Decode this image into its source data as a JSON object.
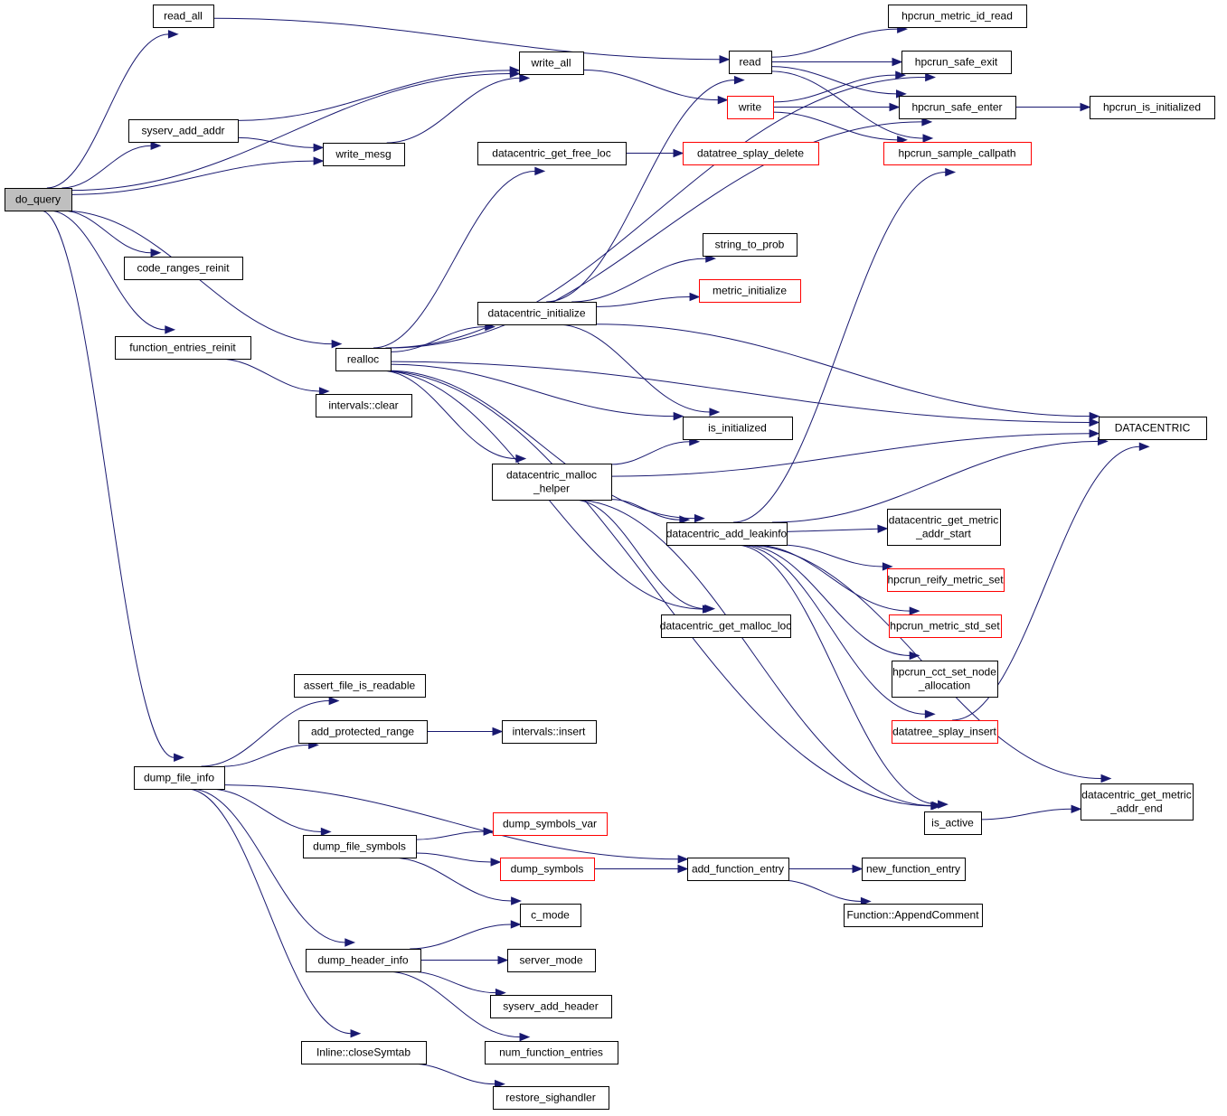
{
  "title": "Call graph for do_query",
  "colors": {
    "edge": "#191970",
    "root_fill": "#bfbfbf",
    "node_border": "#000000",
    "truncated_border": "#ff0000"
  },
  "nodes": [
    {
      "id": "do_query",
      "label": [
        "do_query"
      ],
      "root": true
    },
    {
      "id": "read_all",
      "label": [
        "read_all"
      ]
    },
    {
      "id": "syserv_add_addr",
      "label": [
        "syserv_add_addr"
      ]
    },
    {
      "id": "write_all",
      "label": [
        "write_all"
      ]
    },
    {
      "id": "write_mesg",
      "label": [
        "write_mesg"
      ]
    },
    {
      "id": "code_ranges_reinit",
      "label": [
        "code_ranges_reinit"
      ]
    },
    {
      "id": "function_entries_reinit",
      "label": [
        "function_entries_reinit"
      ]
    },
    {
      "id": "intervals_clear",
      "label": [
        "intervals::clear"
      ]
    },
    {
      "id": "realloc",
      "label": [
        "realloc"
      ]
    },
    {
      "id": "read",
      "label": [
        "read"
      ]
    },
    {
      "id": "write",
      "label": [
        "write"
      ],
      "truncated": true
    },
    {
      "id": "datacentric_get_free_loc",
      "label": [
        "datacentric_get_free_loc"
      ]
    },
    {
      "id": "datatree_splay_delete",
      "label": [
        "datatree_splay_delete"
      ],
      "truncated": true
    },
    {
      "id": "string_to_prob",
      "label": [
        "string_to_prob"
      ]
    },
    {
      "id": "metric_initialize",
      "label": [
        "metric_initialize"
      ],
      "truncated": true
    },
    {
      "id": "datacentric_initialize",
      "label": [
        "datacentric_initialize"
      ]
    },
    {
      "id": "is_initialized",
      "label": [
        "is_initialized"
      ]
    },
    {
      "id": "datacentric_malloc_helper",
      "label": [
        "datacentric_malloc",
        "_helper"
      ]
    },
    {
      "id": "datacentric_add_leakinfo",
      "label": [
        "datacentric_add_leakinfo"
      ]
    },
    {
      "id": "datacentric_get_malloc_loc",
      "label": [
        "datacentric_get_malloc_loc"
      ]
    },
    {
      "id": "hpcrun_metric_id_read",
      "label": [
        "hpcrun_metric_id_read"
      ]
    },
    {
      "id": "hpcrun_safe_exit",
      "label": [
        "hpcrun_safe_exit"
      ]
    },
    {
      "id": "hpcrun_safe_enter",
      "label": [
        "hpcrun_safe_enter"
      ]
    },
    {
      "id": "hpcrun_is_initialized",
      "label": [
        "hpcrun_is_initialized"
      ]
    },
    {
      "id": "hpcrun_sample_callpath",
      "label": [
        "hpcrun_sample_callpath"
      ],
      "truncated": true
    },
    {
      "id": "DATACENTRIC",
      "label": [
        "DATACENTRIC"
      ]
    },
    {
      "id": "datacentric_get_metric_addr_start",
      "label": [
        "datacentric_get_metric",
        "_addr_start"
      ]
    },
    {
      "id": "hpcrun_reify_metric_set",
      "label": [
        "hpcrun_reify_metric_set"
      ],
      "truncated": true
    },
    {
      "id": "hpcrun_metric_std_set",
      "label": [
        "hpcrun_metric_std_set"
      ],
      "truncated": true
    },
    {
      "id": "hpcrun_cct_set_node_allocation",
      "label": [
        "hpcrun_cct_set_node",
        "_allocation"
      ]
    },
    {
      "id": "datatree_splay_insert",
      "label": [
        "datatree_splay_insert"
      ],
      "truncated": true
    },
    {
      "id": "datacentric_get_metric_addr_end",
      "label": [
        "datacentric_get_metric",
        "_addr_end"
      ]
    },
    {
      "id": "is_active",
      "label": [
        "is_active"
      ]
    },
    {
      "id": "dump_file_info",
      "label": [
        "dump_file_info"
      ]
    },
    {
      "id": "assert_file_is_readable",
      "label": [
        "assert_file_is_readable"
      ]
    },
    {
      "id": "add_protected_range",
      "label": [
        "add_protected_range"
      ]
    },
    {
      "id": "intervals_insert",
      "label": [
        "intervals::insert"
      ]
    },
    {
      "id": "dump_file_symbols",
      "label": [
        "dump_file_symbols"
      ]
    },
    {
      "id": "dump_symbols_var",
      "label": [
        "dump_symbols_var"
      ],
      "truncated": true
    },
    {
      "id": "dump_symbols",
      "label": [
        "dump_symbols"
      ],
      "truncated": true
    },
    {
      "id": "add_function_entry",
      "label": [
        "add_function_entry"
      ]
    },
    {
      "id": "new_function_entry",
      "label": [
        "new_function_entry"
      ]
    },
    {
      "id": "Function_AppendComment",
      "label": [
        "Function::AppendComment"
      ]
    },
    {
      "id": "c_mode",
      "label": [
        "c_mode"
      ]
    },
    {
      "id": "dump_header_info",
      "label": [
        "dump_header_info"
      ]
    },
    {
      "id": "server_mode",
      "label": [
        "server_mode"
      ]
    },
    {
      "id": "syserv_add_header",
      "label": [
        "syserv_add_header"
      ]
    },
    {
      "id": "num_function_entries",
      "label": [
        "num_function_entries"
      ]
    },
    {
      "id": "Inline_closeSymtab",
      "label": [
        "Inline::closeSymtab"
      ]
    },
    {
      "id": "restore_sighandler",
      "label": [
        "restore_sighandler"
      ]
    }
  ],
  "edges": [
    [
      "do_query",
      "read_all"
    ],
    [
      "do_query",
      "write_all"
    ],
    [
      "do_query",
      "syserv_add_addr"
    ],
    [
      "do_query",
      "write_mesg"
    ],
    [
      "do_query",
      "code_ranges_reinit"
    ],
    [
      "do_query",
      "function_entries_reinit"
    ],
    [
      "do_query",
      "realloc"
    ],
    [
      "do_query",
      "dump_file_info"
    ],
    [
      "read_all",
      "read"
    ],
    [
      "syserv_add_addr",
      "write_all"
    ],
    [
      "syserv_add_addr",
      "write_mesg"
    ],
    [
      "write_mesg",
      "write_all"
    ],
    [
      "write_all",
      "write"
    ],
    [
      "function_entries_reinit",
      "intervals_clear"
    ],
    [
      "realloc",
      "hpcrun_safe_exit"
    ],
    [
      "realloc",
      "datacentric_get_free_loc"
    ],
    [
      "realloc",
      "hpcrun_safe_enter"
    ],
    [
      "realloc",
      "datacentric_initialize"
    ],
    [
      "realloc",
      "DATACENTRIC"
    ],
    [
      "realloc",
      "is_initialized"
    ],
    [
      "realloc",
      "datacentric_malloc_helper"
    ],
    [
      "realloc",
      "datacentric_add_leakinfo"
    ],
    [
      "realloc",
      "datacentric_get_malloc_loc"
    ],
    [
      "realloc",
      "is_active"
    ],
    [
      "read",
      "hpcrun_metric_id_read"
    ],
    [
      "read",
      "hpcrun_safe_exit"
    ],
    [
      "read",
      "hpcrun_safe_enter"
    ],
    [
      "read",
      "hpcrun_sample_callpath"
    ],
    [
      "write",
      "hpcrun_safe_exit"
    ],
    [
      "write",
      "hpcrun_safe_enter"
    ],
    [
      "write",
      "hpcrun_sample_callpath"
    ],
    [
      "hpcrun_safe_enter",
      "hpcrun_is_initialized"
    ],
    [
      "datacentric_get_free_loc",
      "datatree_splay_delete"
    ],
    [
      "datacentric_initialize",
      "read"
    ],
    [
      "datacentric_initialize",
      "string_to_prob"
    ],
    [
      "datacentric_initialize",
      "metric_initialize"
    ],
    [
      "datacentric_initialize",
      "DATACENTRIC"
    ],
    [
      "datacentric_initialize",
      "is_initialized"
    ],
    [
      "datacentric_malloc_helper",
      "is_initialized"
    ],
    [
      "datacentric_malloc_helper",
      "DATACENTRIC"
    ],
    [
      "datacentric_malloc_helper",
      "datacentric_add_leakinfo"
    ],
    [
      "datacentric_malloc_helper",
      "datacentric_get_malloc_loc"
    ],
    [
      "datacentric_malloc_helper",
      "is_active"
    ],
    [
      "datacentric_add_leakinfo",
      "hpcrun_sample_callpath"
    ],
    [
      "datacentric_add_leakinfo",
      "DATACENTRIC"
    ],
    [
      "datacentric_add_leakinfo",
      "datacentric_get_metric_addr_start"
    ],
    [
      "datacentric_add_leakinfo",
      "hpcrun_reify_metric_set"
    ],
    [
      "datacentric_add_leakinfo",
      "hpcrun_metric_std_set"
    ],
    [
      "datacentric_add_leakinfo",
      "hpcrun_cct_set_node_allocation"
    ],
    [
      "datacentric_add_leakinfo",
      "datatree_splay_insert"
    ],
    [
      "datacentric_add_leakinfo",
      "datacentric_get_metric_addr_end"
    ],
    [
      "datacentric_add_leakinfo",
      "is_active"
    ],
    [
      "datatree_splay_insert",
      "DATACENTRIC"
    ],
    [
      "is_active",
      "datacentric_get_metric_addr_end"
    ],
    [
      "dump_file_info",
      "assert_file_is_readable"
    ],
    [
      "dump_file_info",
      "add_protected_range"
    ],
    [
      "dump_file_info",
      "add_function_entry"
    ],
    [
      "dump_file_info",
      "dump_file_symbols"
    ],
    [
      "dump_file_info",
      "dump_header_info"
    ],
    [
      "dump_file_info",
      "Inline_closeSymtab"
    ],
    [
      "add_protected_range",
      "intervals_insert"
    ],
    [
      "dump_file_symbols",
      "dump_symbols_var"
    ],
    [
      "dump_file_symbols",
      "dump_symbols"
    ],
    [
      "dump_file_symbols",
      "c_mode"
    ],
    [
      "dump_symbols",
      "add_function_entry"
    ],
    [
      "add_function_entry",
      "new_function_entry"
    ],
    [
      "add_function_entry",
      "Function_AppendComment"
    ],
    [
      "dump_header_info",
      "c_mode"
    ],
    [
      "dump_header_info",
      "server_mode"
    ],
    [
      "dump_header_info",
      "syserv_add_header"
    ],
    [
      "dump_header_info",
      "num_function_entries"
    ],
    [
      "Inline_closeSymtab",
      "restore_sighandler"
    ]
  ]
}
